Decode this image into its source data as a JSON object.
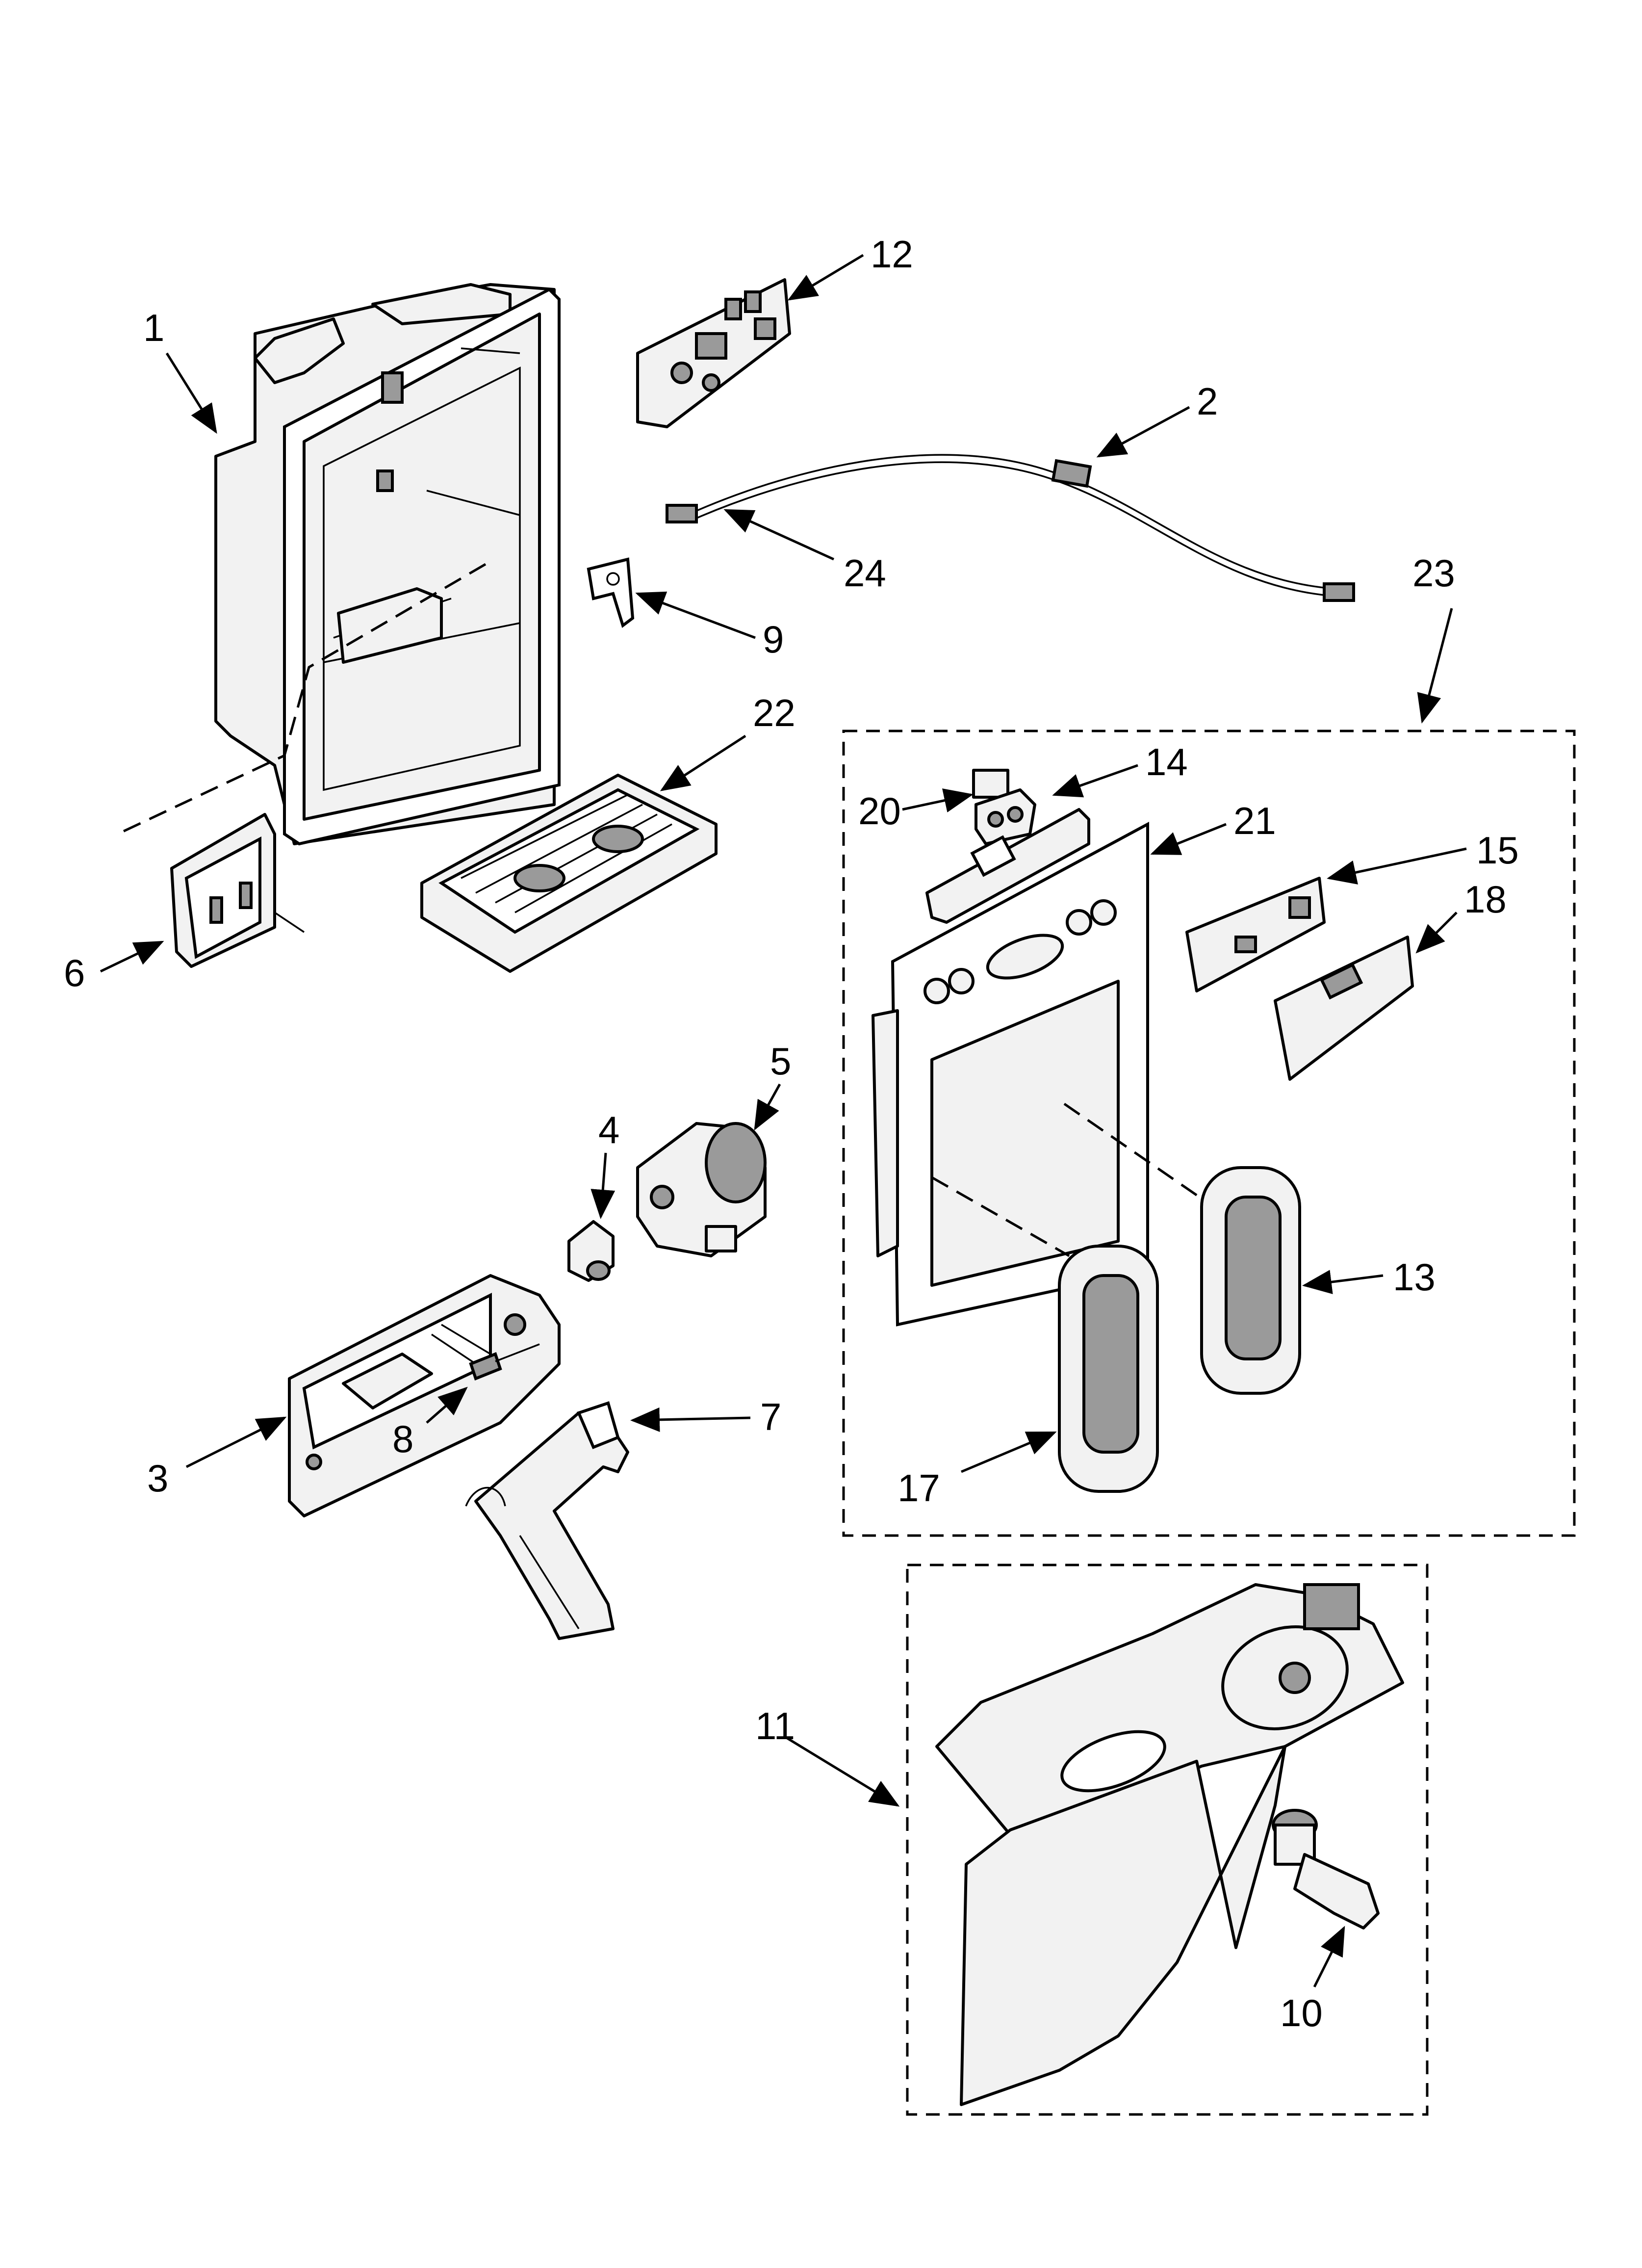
{
  "callouts": [
    {
      "id": "1",
      "label": "1"
    },
    {
      "id": "2",
      "label": "2"
    },
    {
      "id": "3",
      "label": "3"
    },
    {
      "id": "4",
      "label": "4"
    },
    {
      "id": "5",
      "label": "5"
    },
    {
      "id": "6",
      "label": "6"
    },
    {
      "id": "7",
      "label": "7"
    },
    {
      "id": "8",
      "label": "8"
    },
    {
      "id": "9",
      "label": "9"
    },
    {
      "id": "10",
      "label": "10"
    },
    {
      "id": "11",
      "label": "11"
    },
    {
      "id": "12",
      "label": "12"
    },
    {
      "id": "13",
      "label": "13"
    },
    {
      "id": "14",
      "label": "14"
    },
    {
      "id": "15",
      "label": "15"
    },
    {
      "id": "17",
      "label": "17"
    },
    {
      "id": "18",
      "label": "18"
    },
    {
      "id": "20",
      "label": "20"
    },
    {
      "id": "21",
      "label": "21"
    },
    {
      "id": "22",
      "label": "22"
    },
    {
      "id": "23",
      "label": "23"
    },
    {
      "id": "24",
      "label": "24"
    }
  ]
}
